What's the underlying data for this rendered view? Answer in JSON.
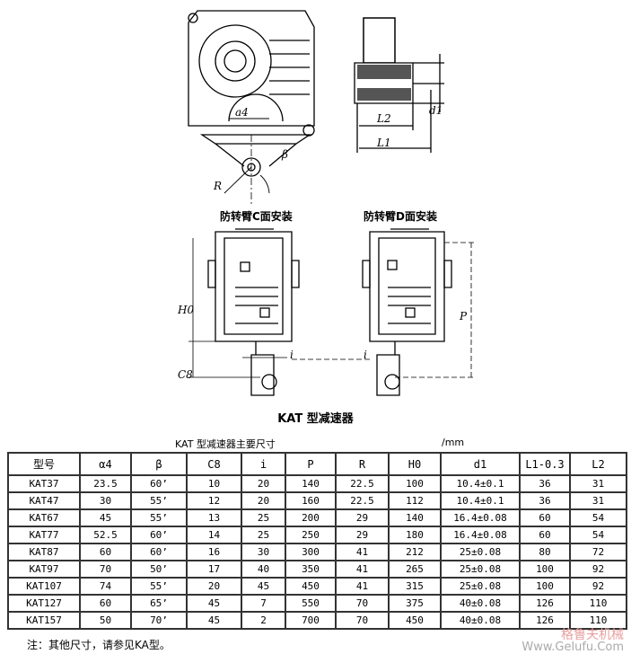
{
  "drawing": {
    "labels": {
      "a4": "a4",
      "beta": "β",
      "R": "R",
      "L2": "L2",
      "L1": "L1",
      "d1": "d1",
      "H0": "H0",
      "C8": "C8",
      "i": "i",
      "P": "P"
    },
    "view_c": "防转臂C面安装",
    "view_d": "防转臂D面安装",
    "caption": "KAT 型减速器"
  },
  "table": {
    "title": "KAT 型减速器主要尺寸",
    "unit": "/mm",
    "headers": [
      "型号",
      "α4",
      "β",
      "C8",
      "i",
      "P",
      "R",
      "H0",
      "d1",
      "L1-0.3",
      "L2"
    ],
    "rows": [
      [
        "KAT37",
        "23.5",
        "60’",
        "10",
        "20",
        "140",
        "22.5",
        "100",
        "10.4±0.1",
        "36",
        "31"
      ],
      [
        "KAT47",
        "30",
        "55’",
        "12",
        "20",
        "160",
        "22.5",
        "112",
        "10.4±0.1",
        "36",
        "31"
      ],
      [
        "KAT67",
        "45",
        "55’",
        "13",
        "25",
        "200",
        "29",
        "140",
        "16.4±0.08",
        "60",
        "54"
      ],
      [
        "KAT77",
        "52.5",
        "60’",
        "14",
        "25",
        "250",
        "29",
        "180",
        "16.4±0.08",
        "60",
        "54"
      ],
      [
        "KAT87",
        "60",
        "60’",
        "16",
        "30",
        "300",
        "41",
        "212",
        "25±0.08",
        "80",
        "72"
      ],
      [
        "KAT97",
        "70",
        "50’",
        "17",
        "40",
        "350",
        "41",
        "265",
        "25±0.08",
        "100",
        "92"
      ],
      [
        "KAT107",
        "74",
        "55’",
        "20",
        "45",
        "450",
        "41",
        "315",
        "25±0.08",
        "100",
        "92"
      ],
      [
        "KAT127",
        "60",
        "65’",
        "45",
        "7",
        "550",
        "70",
        "375",
        "40±0.08",
        "126",
        "110"
      ],
      [
        "KAT157",
        "50",
        "70’",
        "45",
        "2",
        "700",
        "70",
        "450",
        "40±0.08",
        "126",
        "110"
      ]
    ]
  },
  "note": "注：其他尺寸，请参见KA型。",
  "watermark": {
    "cn": "格鲁夫机械",
    "url": "Www.Gelufu.Com"
  }
}
